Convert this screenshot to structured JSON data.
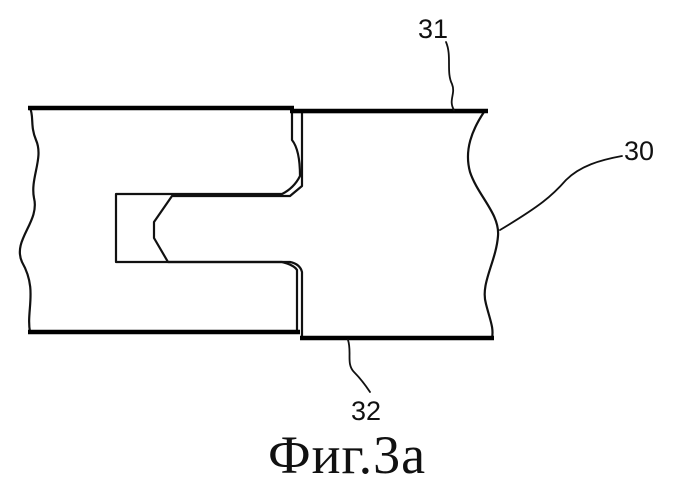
{
  "labels": {
    "top_layer": "31",
    "body": "30",
    "bottom_layer": "32"
  },
  "caption": "Фиг.3а"
}
